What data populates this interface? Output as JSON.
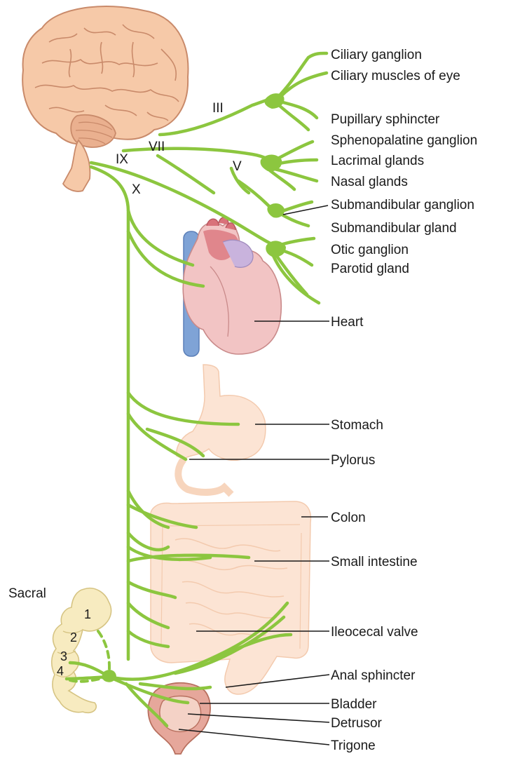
{
  "labels": {
    "ciliary_ganglion": "Ciliary ganglion",
    "ciliary_muscles": "Ciliary muscles of eye",
    "pupillary_sphincter": "Pupillary sphincter",
    "sphenopalatine_ganglion": "Sphenopalatine ganglion",
    "lacrimal_glands": "Lacrimal glands",
    "nasal_glands": "Nasal glands",
    "submandibular_ganglion": "Submandibular ganglion",
    "submandibular_gland": "Submandibular gland",
    "otic_ganglion": "Otic ganglion",
    "parotid_gland": "Parotid gland",
    "heart": "Heart",
    "stomach": "Stomach",
    "pylorus": "Pylorus",
    "colon": "Colon",
    "small_intestine": "Small intestine",
    "ileocecal_valve": "Ileocecal valve",
    "anal_sphincter": "Anal sphincter",
    "bladder": "Bladder",
    "detrusor": "Detrusor",
    "trigone": "Trigone"
  },
  "cranial_nerves": {
    "III": "III",
    "VII": "VII",
    "IX": "IX",
    "X": "X",
    "V": "V"
  },
  "sacral": {
    "title": "Sacral",
    "segments": [
      "1",
      "2",
      "3",
      "4"
    ]
  },
  "colors": {
    "nerve": "#8cc63f",
    "brain": "#f6c9a8",
    "heart": "#e8a3a3",
    "gut": "#fbdcc6",
    "sacrum": "#f7ebc0",
    "bladder": "#d98f85"
  }
}
